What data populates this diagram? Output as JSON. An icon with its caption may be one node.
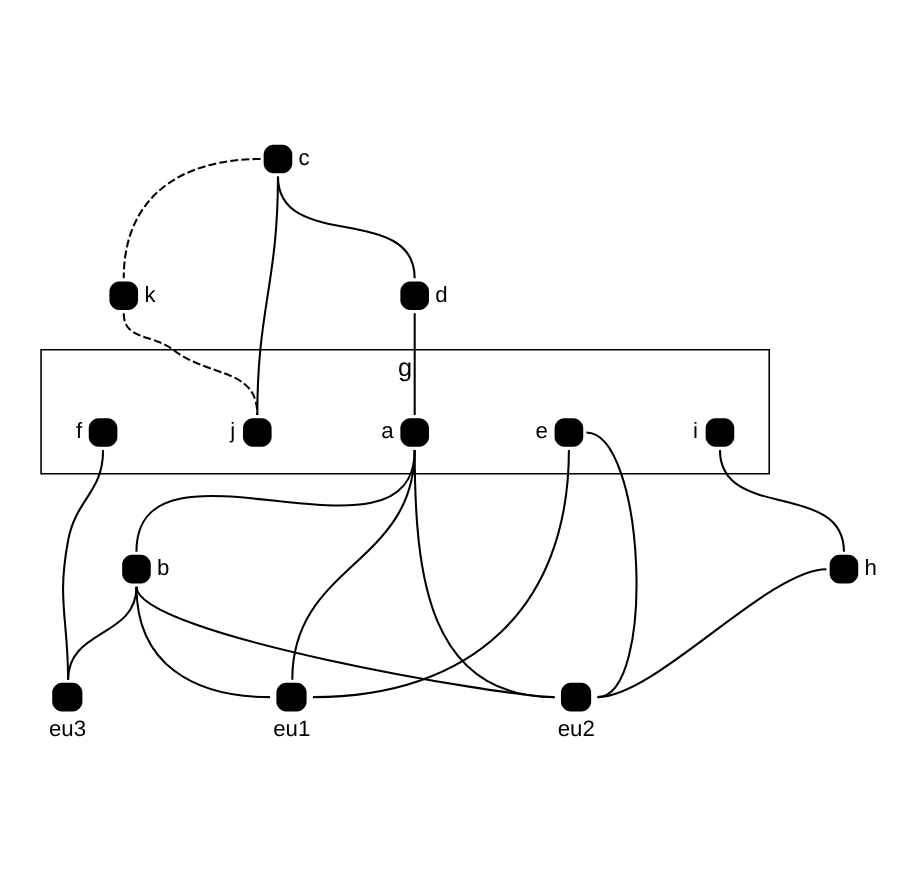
{
  "diagram": {
    "nodes": [
      {
        "text": [],
        "shape": "circle",
        "beside": [
          "c"
        ]
      },
      {
        "text": [],
        "shape": "circle",
        "beside": [
          "k"
        ]
      },
      {
        "text": [],
        "shape": "circle",
        "beside": [
          "d"
        ]
      },
      {
        "text": [
          "g"
        ]
      },
      {
        "text": [],
        "shape": "circle",
        "beside": [
          "j"
        ],
        "in": 3
      },
      {
        "text": [],
        "shape": "circle",
        "beside": [
          "f"
        ],
        "in": 3
      },
      {
        "text": [],
        "shape": "circle",
        "beside": [
          "e"
        ],
        "in": 3
      },
      {
        "text": [],
        "shape": "circle",
        "beside": [
          "a"
        ],
        "in": 3
      },
      {
        "text": [],
        "shape": "circle",
        "beside": [
          "i"
        ],
        "in": 3
      },
      {
        "text": [],
        "shape": "circle",
        "beside": [
          "h"
        ]
      },
      {
        "text": [],
        "shape": "circle",
        "beside": [
          "b"
        ]
      },
      {
        "text": [],
        "shape": "circle",
        "beside": [
          "eu3"
        ]
      },
      {
        "text": [],
        "shape": "circle",
        "beside": [
          "eu2"
        ]
      },
      {
        "text": [],
        "shape": "circle",
        "beside": [
          "eu1"
        ]
      }
    ],
    "edges": [
      {
        "from": 0,
        "to": 4,
        "arrow": "none"
      },
      {
        "from": 0,
        "to": 1,
        "arrow": "none",
        "style": "dashed"
      },
      {
        "from": 1,
        "to": 4,
        "arrow": "none",
        "style": "dashed"
      },
      {
        "from": 0,
        "to": 2,
        "arrow": "none"
      },
      {
        "from": 2,
        "to": 7,
        "arrow": "none"
      },
      {
        "from": 8,
        "to": 9,
        "arrow": "none"
      },
      {
        "from": 5,
        "to": 11,
        "arrow": "none"
      },
      {
        "from": 6,
        "to": 12,
        "arrow": "none"
      },
      {
        "from": 6,
        "to": 13,
        "arrow": "none"
      },
      {
        "from": 7,
        "to": 12,
        "arrow": "none"
      },
      {
        "from": 7,
        "to": 13,
        "arrow": "none"
      },
      {
        "from": 7,
        "to": 10,
        "arrow": "none"
      },
      {
        "from": 9,
        "to": 12,
        "arrow": "none"
      },
      {
        "from": 10,
        "to": 11,
        "arrow": "none"
      },
      {
        "from": 10,
        "to": 12,
        "arrow": "none"
      },
      {
        "from": 10,
        "to": 13,
        "arrow": "none"
      }
    ]
  }
}
